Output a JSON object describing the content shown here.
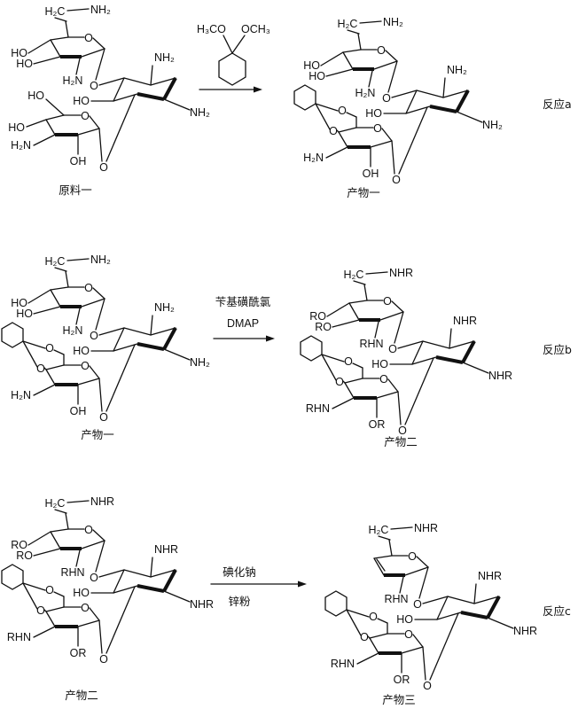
{
  "molecules": [
    {
      "caption": "原料一",
      "ketal": false,
      "alkene": false,
      "labels": {
        "h2c": "H₂C",
        "c6n": "NH₂",
        "o5": "O",
        "o4": "HO",
        "o3": "HO",
        "n2": "H₂N",
        "oglyc1": "O",
        "ntop": "NH₂",
        "nbot": "NH₂",
        "oh": "HO",
        "oglyc2": "O",
        "o6b": "HO",
        "o5b": "O",
        "o4b": "HO",
        "n3b": "H₂N",
        "o2b": "OH"
      }
    },
    {
      "caption": "产物一",
      "ketal": true,
      "alkene": false,
      "labels": {
        "h2c": "H₂C",
        "c6n": "NH₂",
        "o5": "O",
        "o4": "HO",
        "o3": "HO",
        "n2": "H₂N",
        "oglyc1": "O",
        "ntop": "NH₂",
        "nbot": "NH₂",
        "oh": "HO",
        "oglyc2": "O",
        "o6b": "O",
        "o5b": "O",
        "o4b": "O",
        "n3b": "H₂N",
        "o2b": "OH"
      }
    },
    {
      "caption": "产物一",
      "ketal": true,
      "alkene": false,
      "labels": {
        "h2c": "H₂C",
        "c6n": "NH₂",
        "o5": "O",
        "o4": "HO",
        "o3": "HO",
        "n2": "H₂N",
        "oglyc1": "O",
        "ntop": "NH₂",
        "nbot": "NH₂",
        "oh": "HO",
        "oglyc2": "O",
        "o6b": "O",
        "o5b": "O",
        "o4b": "O",
        "n3b": "H₂N",
        "o2b": "OH"
      }
    },
    {
      "caption": "产物二",
      "ketal": true,
      "alkene": false,
      "labels": {
        "h2c": "H₂C",
        "c6n": "NHR",
        "o5": "O",
        "o4": "RO",
        "o3": "RO",
        "n2": "RHN",
        "oglyc1": "O",
        "ntop": "NHR",
        "nbot": "NHR",
        "oh": "HO",
        "oglyc2": "O",
        "o6b": "O",
        "o5b": "O",
        "o4b": "O",
        "n3b": "RHN",
        "o2b": "OR"
      }
    },
    {
      "caption": "产物二",
      "ketal": true,
      "alkene": false,
      "labels": {
        "h2c": "H₂C",
        "c6n": "NHR",
        "o5": "O",
        "o4": "RO",
        "o3": "RO",
        "n2": "RHN",
        "oglyc1": "O",
        "ntop": "NHR",
        "nbot": "NHR",
        "oh": "HO",
        "oglyc2": "O",
        "o6b": "O",
        "o5b": "O",
        "o4b": "O",
        "n3b": "RHN",
        "o2b": "OR"
      }
    },
    {
      "caption": "产物三",
      "ketal": true,
      "alkene": true,
      "labels": {
        "h2c": "H₂C",
        "c6n": "NHR",
        "o5": "O",
        "n2": "RHN",
        "oglyc1": "O",
        "ntop": "NHR",
        "nbot": "NHR",
        "oh": "HO",
        "oglyc2": "O",
        "o6b": "O",
        "o5b": "O",
        "o4b": "O",
        "n3b": "RHN",
        "o2b": "OR"
      }
    }
  ],
  "reactions": [
    {
      "label": "反应a",
      "reagent_structure": {
        "left": "H₃CO",
        "right": "OCH₃"
      }
    },
    {
      "label": "反应b",
      "reagent_above": "苄基磺酰氯",
      "reagent_below": "DMAP"
    },
    {
      "label": "反应c",
      "reagent_above": "碘化钠",
      "reagent_below": "锌粉"
    }
  ]
}
